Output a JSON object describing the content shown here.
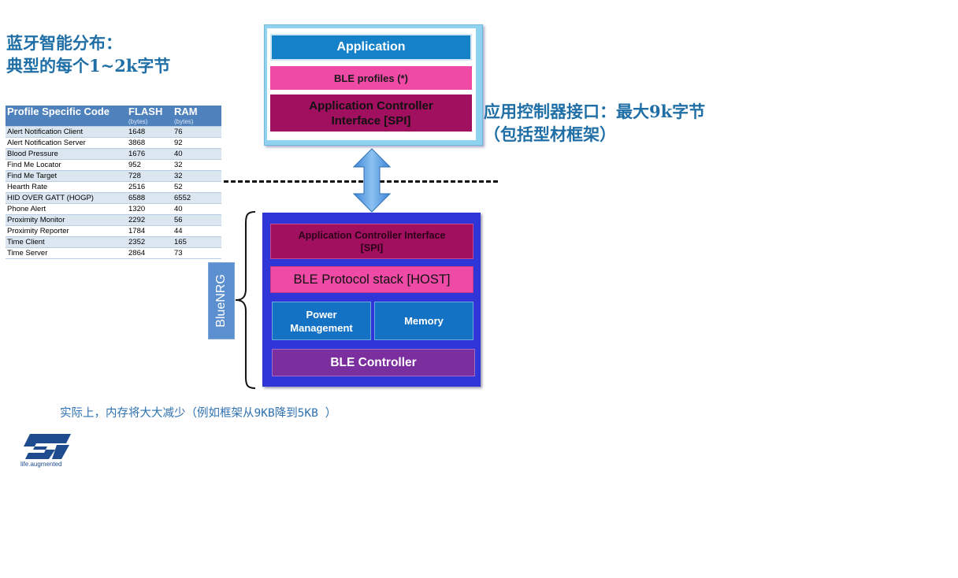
{
  "heading": {
    "line1": "蓝牙智能分布：",
    "line2": "典型的每个1~2k字节"
  },
  "profile_table": {
    "headers": [
      "Profile Specific Code",
      "FLASH",
      "RAM"
    ],
    "units": [
      "",
      "(bytes)",
      "(bytes)"
    ],
    "rows": [
      [
        "Alert Notification Client",
        "1648",
        "76"
      ],
      [
        "Alert Notification Server",
        "3868",
        "92"
      ],
      [
        "Blood Pressure",
        "1676",
        "40"
      ],
      [
        "Find Me Locator",
        "952",
        "32"
      ],
      [
        "Find Me Target",
        "728",
        "32"
      ],
      [
        "Hearth Rate",
        "2516",
        "52"
      ],
      [
        "HID OVER GATT (HOGP)",
        "6588",
        "6552"
      ],
      [
        "Phone Alert",
        "1320",
        "40"
      ],
      [
        "Proximity Monitor",
        "2292",
        "56"
      ],
      [
        "Proximity Reporter",
        "1784",
        "44"
      ],
      [
        "Time Client",
        "2352",
        "165"
      ],
      [
        "Time Server",
        "2864",
        "73"
      ]
    ]
  },
  "top_stack": {
    "application": "Application",
    "ble_profiles": "BLE profiles (*)",
    "aci_line1": "Application Controller",
    "aci_line2": "Interface [SPI]"
  },
  "aci_label": {
    "line1": "应用控制器接口：最大9k字节",
    "line2": "（包括型材框架）"
  },
  "bottom_stack": {
    "aci_line1": "Application Controller Interface",
    "aci_line2": "[SPI]",
    "host_stack": "BLE Protocol  stack [HOST]",
    "power_line1": "Power",
    "power_line2": "Management",
    "memory": "Memory",
    "ble_controller": "BLE Controller"
  },
  "bluenrg_label": "BlueNRG",
  "note": "实际上，内存将大大减少（例如框架从9KB降到5KB  ）",
  "logo": {
    "tagline": "life.augmented",
    "color": "#1e4c8f"
  },
  "colors": {
    "heading": "#1f6fa6",
    "table_header": "#4f81bd",
    "application": "#1581c9",
    "ble_profiles": "#ef4aa6",
    "aci": "#a0105e",
    "bottom_frame": "#2f35d6",
    "ble_controller": "#7b2e9e"
  }
}
